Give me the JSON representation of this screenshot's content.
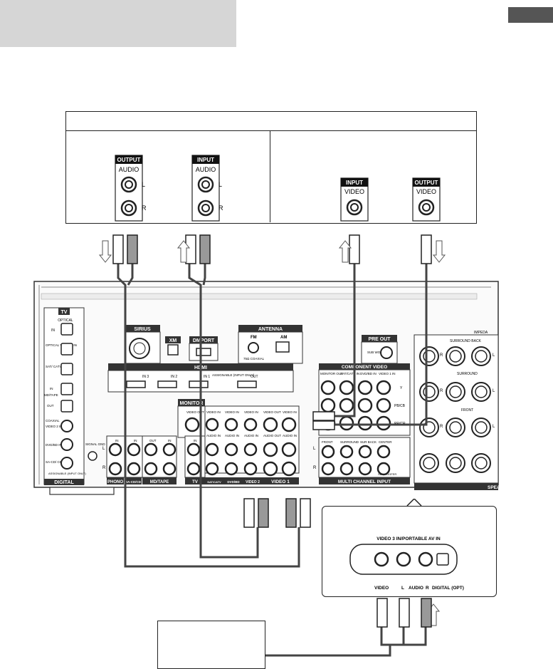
{
  "top_device": {
    "audio_output": {
      "header": "OUTPUT",
      "label": "AUDIO",
      "l": "L",
      "r": "R"
    },
    "audio_input": {
      "header": "INPUT",
      "label": "AUDIO",
      "l": "L",
      "r": "R"
    },
    "video_input": {
      "header": "INPUT",
      "label": "VIDEO"
    },
    "video_output": {
      "header": "OUTPUT",
      "label": "VIDEO"
    }
  },
  "receiver": {
    "tv_badge": "TV",
    "optical": "OPTICAL",
    "in": "IN",
    "optical_video1_in": "OPTICAL VIDEO 1 IN",
    "sat_catv_in": "SAT/ CATV IN",
    "md_tape": "MD/TAPE",
    "out": "OUT",
    "coaxial": "COAXIAL",
    "video2_in": "VIDEO 2 IN",
    "dvd_bd_in": "DVD/BD IN",
    "sacd_cd_in": "SA-CD/ CD IN",
    "assignable_input_only": "ASSIGNABLE (INPUT ONLY)",
    "digital": "DIGITAL",
    "sirius": "SIRIUS",
    "xm": "XM",
    "dmport": "DMPORT",
    "antenna": "ANTENNA",
    "fm": "FM",
    "am": "AM",
    "fm_coaxial": "75Ω COAXIAL",
    "hdmi": "HDMI",
    "hdmi_in1": "IN 1",
    "hdmi_in2": "IN 2",
    "hdmi_in3": "IN 3",
    "hdmi_out": "OUT",
    "pre_out": "PRE OUT",
    "subwoofer": "SUB WOOFER",
    "component_video": "COMPONENT VIDEO",
    "monitor_out": "MONITOR OUT",
    "sat_catv_in2": "SAT/CATV IN",
    "dvd_bd_in2": "DVD/BD IN",
    "video1_in": "VIDEO 1 IN",
    "y": "Y",
    "pb_cb": "PB/CB",
    "pr_cr": "PR/CR",
    "monitor": "MONITOR",
    "video_out": "VIDEO OUT",
    "video_in": "VIDEO IN",
    "audio_in": "AUDIO IN",
    "audio_out": "AUDIO OUT",
    "signal_gnd": "SIGNAL GND",
    "phono": "PHONO",
    "sacd_cd": "SA-CD/CD",
    "md_tape2": "MD/TAPE",
    "tv": "TV",
    "sat_catv": "SAT/CATV",
    "dvd_bd": "DVD/BD",
    "video2": "VIDEO 2",
    "video1": "VIDEO 1",
    "multi_channel_input": "MULTI CHANNEL INPUT",
    "front": "FRONT",
    "surround": "SURROUND",
    "sur_back": "SUR BACK",
    "center": "CENTER",
    "subwoofer2": "SUBWOOFER",
    "surround_back": "SURROUND BACK",
    "impedance": "IMPEDA",
    "speakers": "SPEA",
    "l": "L",
    "r": "R"
  },
  "front_panel": {
    "title": "VIDEO 3 IN/PORTABLE AV IN",
    "video": "VIDEO",
    "l": "L",
    "audio": "AUDIO",
    "r": "R",
    "digital_opt": "DIGITAL (OPT)"
  }
}
